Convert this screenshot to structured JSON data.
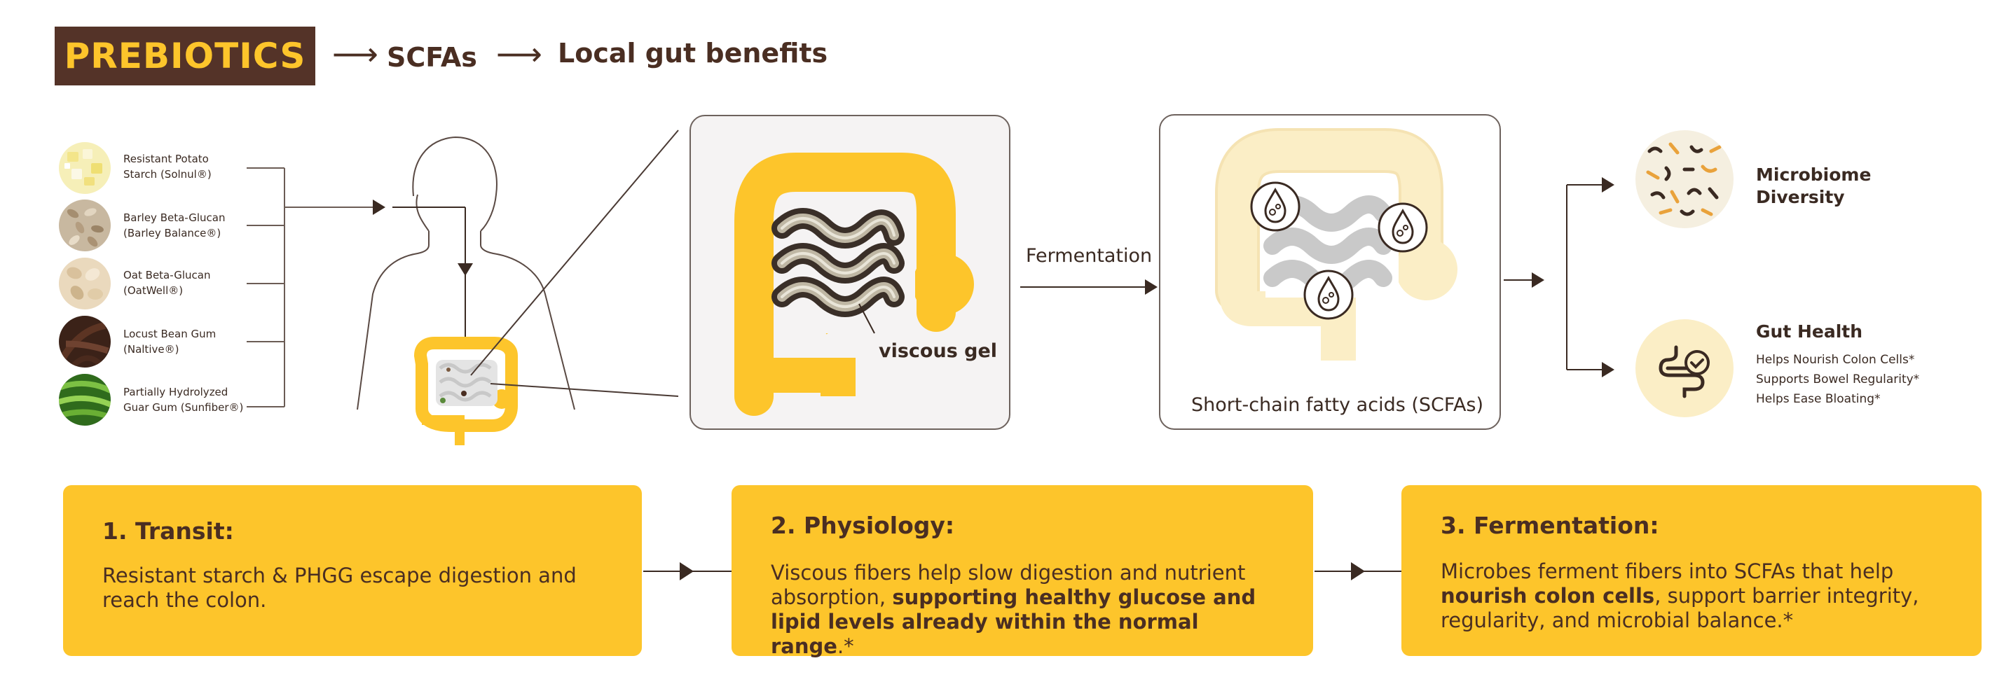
{
  "header": {
    "badge": "PREBIOTICS",
    "arrow": "⟶",
    "step1": "SCFAs",
    "step2": "Local gut benefits"
  },
  "ingredients": [
    {
      "line1": "Resistant Potato",
      "line2": "Starch (Solnul®)"
    },
    {
      "line1": "Barley Beta-Glucan",
      "line2": "(Barley Balance®)"
    },
    {
      "line1": "Oat Beta-Glucan",
      "line2": "(OatWell®)"
    },
    {
      "line1": "Locust Bean Gum",
      "line2": "(Naltive®)"
    },
    {
      "line1": "Partially Hydrolyzed",
      "line2": "Guar Gum (Sunfiber®)"
    }
  ],
  "panel1": {
    "label": "viscous gel"
  },
  "fermentation_label": "Fermentation",
  "panel2": {
    "label": "Short-chain fatty acids (SCFAs)"
  },
  "benefits": {
    "microbiome": {
      "line1": "Microbiome",
      "line2": "Diversity"
    },
    "gut": {
      "title": "Gut Health",
      "items": [
        "Helps Nourish Colon Cells*",
        "Supports Bowel Regularity*",
        "Helps Ease Bloating*"
      ]
    }
  },
  "cards": [
    {
      "title": "1. Transit:",
      "text": "Resistant starch & PHGG escape digestion and reach the colon."
    },
    {
      "title": "2. Physiology:",
      "text_a": "Viscous fibers help slow digestion and nutrient absorption, ",
      "text_b": "supporting healthy glucose and lipid levels already within the normal range",
      "text_c": ".*"
    },
    {
      "title": "3. Fermentation:",
      "text_a": "Microbes ferment fibers into SCFAs that help ",
      "text_b": "nourish colon cells",
      "text_c": ", support barrier integrity, regularity, and microbial balance.*"
    }
  ],
  "colors": {
    "brown": "#543328",
    "yellow": "#fdc52b",
    "cream": "#fbeec6"
  }
}
